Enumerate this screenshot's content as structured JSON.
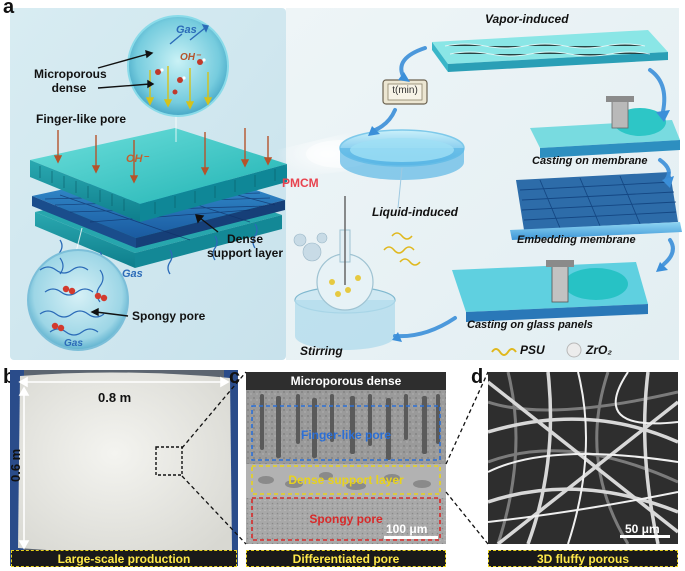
{
  "panel_a": {
    "letter": "a",
    "labels": {
      "microporous_dense": "Microporous\ndense",
      "finger_like_pore": "Finger-like pore",
      "gas_top": "Gas",
      "oh_bubble": "OH⁻",
      "oh_surface": "OH⁻",
      "pmcm": "PMCM",
      "dense_support_layer": "Dense\nsupport layer",
      "gas_side": "Gas",
      "spongy_pore": "Spongy pore",
      "gas_bubble_bottom": "Gas",
      "vapor_induced": "Vapor-induced",
      "timer": "t(min)",
      "casting_on_membrane": "Casting on membrane",
      "embedding_membrane": "Embedding membrane",
      "liquid_induced": "Liquid-induced",
      "casting_on_glass": "Casting on glass panels",
      "stirring": "Stirring",
      "legend_psu": "PSU",
      "legend_zro2": "ZrO₂"
    },
    "colors": {
      "background": "#dfeef3",
      "membrane_top": "#35c4c0",
      "membrane_layer": "#1d4f8a",
      "pmcm": "#e8434f",
      "legend_yellow": "#f2c200"
    }
  },
  "panel_b": {
    "letter": "b",
    "width_label": "0.8 m",
    "height_label": "0.6 m",
    "caption": "Large-scale production"
  },
  "panel_c": {
    "letter": "c",
    "top_label": "Microporous dense",
    "finger_label": "Finger-like pore",
    "dense_label": "Dense support layer",
    "spongy_label": "Spongy pore",
    "scale": "100 μm",
    "caption": "Differentiated pore"
  },
  "panel_d": {
    "letter": "d",
    "scale": "50 μm",
    "caption": "3D fluffy porous"
  }
}
